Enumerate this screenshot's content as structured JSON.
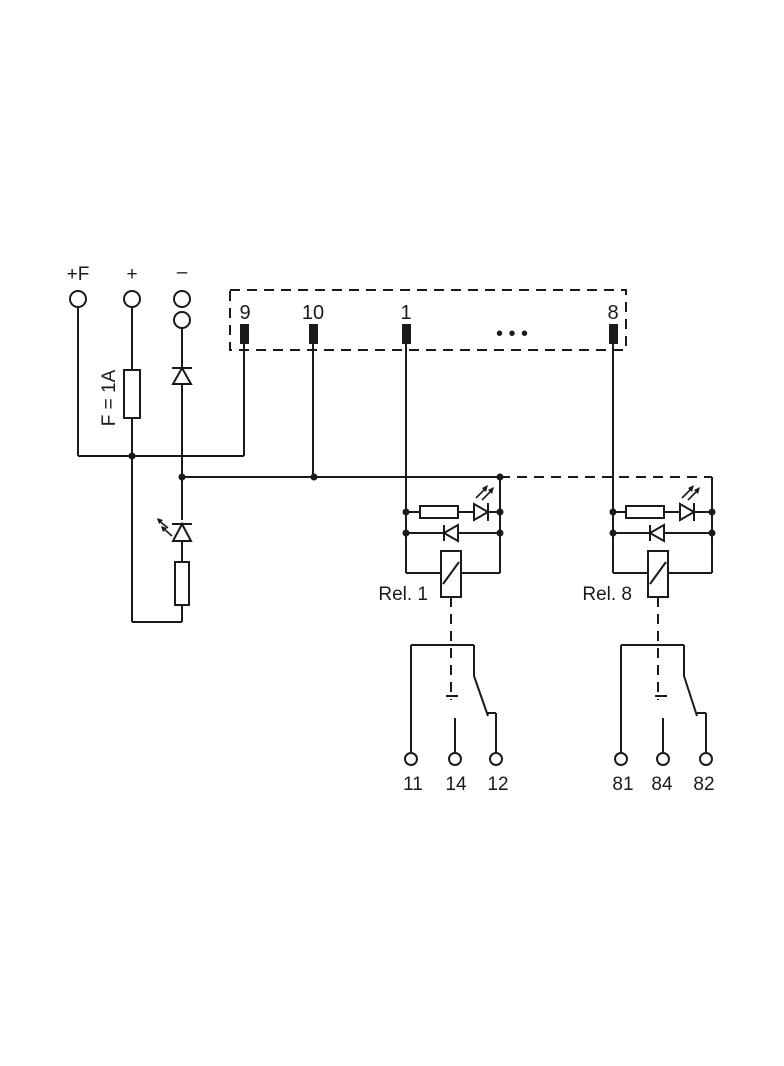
{
  "power_terminals": {
    "fuse_supply": "+F",
    "plus": "+",
    "minus": "–"
  },
  "fuse_label": "F = 1A",
  "connector_pins": {
    "pin_9": "9",
    "pin_10": "10",
    "pin_1": "1",
    "pin_8": "8",
    "ellipsis": "• • •"
  },
  "relays": [
    {
      "label": "Rel. 1",
      "contacts": [
        "11",
        "14",
        "12"
      ]
    },
    {
      "label": "Rel. 8",
      "contacts": [
        "81",
        "84",
        "82"
      ]
    }
  ]
}
